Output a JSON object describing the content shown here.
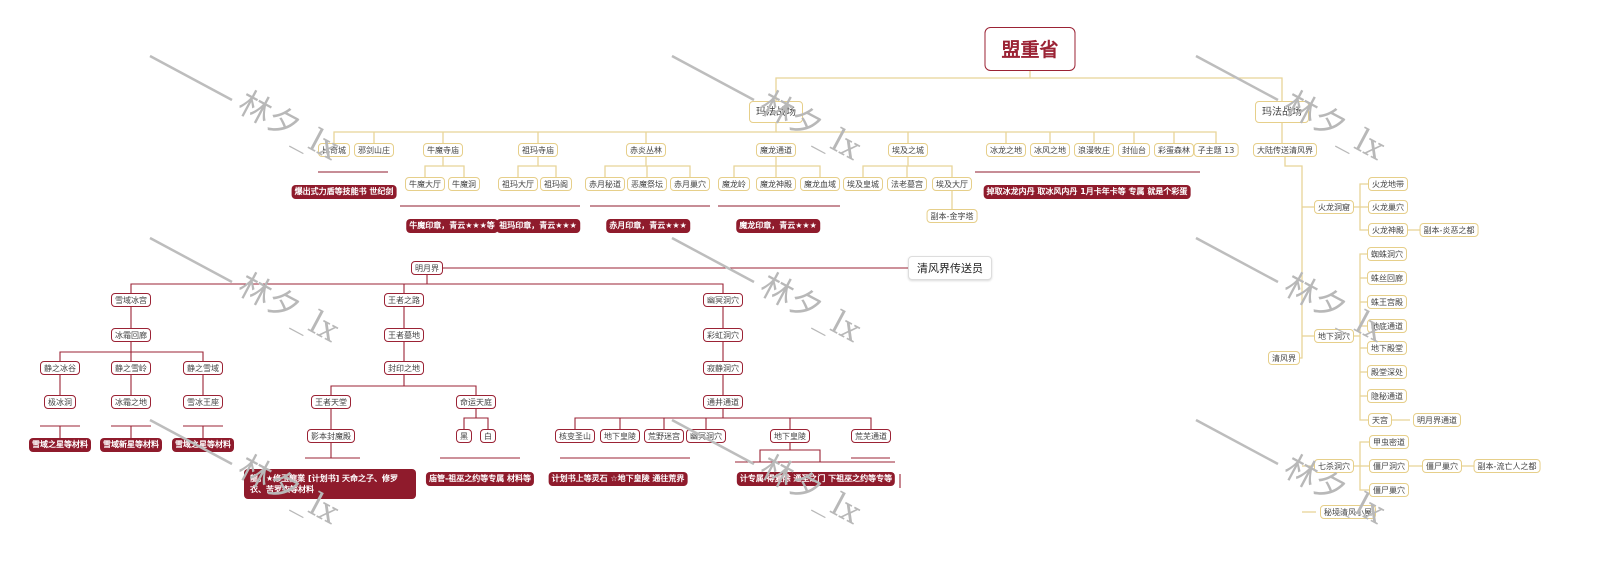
{
  "watermark": "林夕_lx",
  "root": {
    "label": "盟重省"
  },
  "majia": {
    "label": "玛法战场",
    "zones": [
      {
        "label": "比奇城",
        "children": []
      },
      {
        "label": "邪剑山庄",
        "children": []
      },
      {
        "label": "牛魔寺庙",
        "children": [
          "牛魔大厅",
          "牛魔洞"
        ]
      },
      {
        "label": "祖玛寺庙",
        "children": [
          "祖玛大厅",
          "祖玛阁"
        ]
      },
      {
        "label": "赤炎丛林",
        "children": [
          "赤月秘道",
          "恶魔祭坛",
          "赤月巢穴"
        ]
      },
      {
        "label": "魔龙通道",
        "children": [
          "魔龙岭",
          "魔龙神殿",
          "魔龙血域"
        ]
      },
      {
        "label": "埃及之城",
        "children": [
          "埃及皇城",
          "法老墓宫",
          "埃及大厅"
        ]
      },
      {
        "label": "冰龙之地",
        "children": []
      },
      {
        "label": "冰风之地",
        "children": []
      },
      {
        "label": "浪漫牧庄",
        "children": []
      },
      {
        "label": "封仙台",
        "children": []
      },
      {
        "label": "彩蛋森林",
        "children": []
      },
      {
        "label": "子主题 13",
        "children": []
      }
    ],
    "boss_fb": "副本-金字塔",
    "drops": {
      "d1": "爆出式力盾等技能书  世纪剑",
      "d2": "牛魔印章，青云★★★等",
      "d3": "祖玛印章，青云★★★",
      "d4": "赤月印章，青云★★★",
      "d5": "魔龙印章，青云★★★",
      "d6": "掉取冰龙内丹  取冰风内丹  1月卡年卡等  专属  就是个彩蛋"
    }
  },
  "right": {
    "label": "玛法战场",
    "sub": "大陆传送清风界",
    "qingfeng": "清风界",
    "huolong": {
      "label": "火龙洞窟",
      "items": [
        "火龙地带",
        "火龙巢穴",
        "火龙神殿"
      ],
      "fb": "副本-炎恶之都"
    },
    "dixia": {
      "label": "地下洞穴",
      "items": [
        "蜘蛛洞穴",
        "蛛丝回廊",
        "蛛王宫殿",
        "地底通道",
        "地下殿堂",
        "殿堂深处",
        "隐秘通道",
        "天宫"
      ],
      "link": "明月界通道"
    },
    "qisha": {
      "label": "七杀洞穴",
      "items": [
        "甲虫密道",
        "僵尸洞穴",
        "僵尸巢穴"
      ],
      "mid": "僵尸巢穴",
      "fb": "副本-流亡人之都"
    },
    "last": "秘境清风小屋"
  },
  "mingyue": {
    "label": "明月界",
    "gate": "清风界传送员",
    "left": {
      "label": "雪域冰宫",
      "sub": "冰霜回廊",
      "items": [
        "静之冰谷",
        "静之雪岭",
        "静之雪域"
      ],
      "subs": [
        "极冰洞",
        "冰霜之地",
        "雪冰王座"
      ],
      "drops": [
        "雪域之星等材料",
        "雪域新星等材料",
        "雪域之星等材料"
      ]
    },
    "mid": {
      "label": "王者之路",
      "l2": "王者墓地",
      "l3": "封印之地",
      "a": "王者天堂",
      "a_sub": "影本封魔殿",
      "b": "命运天庭",
      "b_items": [
        "黑",
        "白"
      ],
      "drop1": "龍。★修玉龍業 [计划书] 天命之子、修罗衣、苦罗衣等材料",
      "drop2": "庙管-祖巫之约等专属   材料等"
    },
    "rightb": {
      "label": "幽冥洞穴",
      "l2": "彩虹洞穴",
      "l3": "寂静洞穴",
      "l4": "通井通道",
      "items": [
        "核变圣山",
        "地下皇陵",
        "荒野迷宫",
        "幽冥洞穴",
        "地下皇陵",
        "荒芜通道"
      ],
      "drop1": "计划书上等灵石  ☆地下皇陵  通往荒界",
      "drop2": "计专属  得复除  通圣之门 下祖巫之约等专等"
    }
  }
}
